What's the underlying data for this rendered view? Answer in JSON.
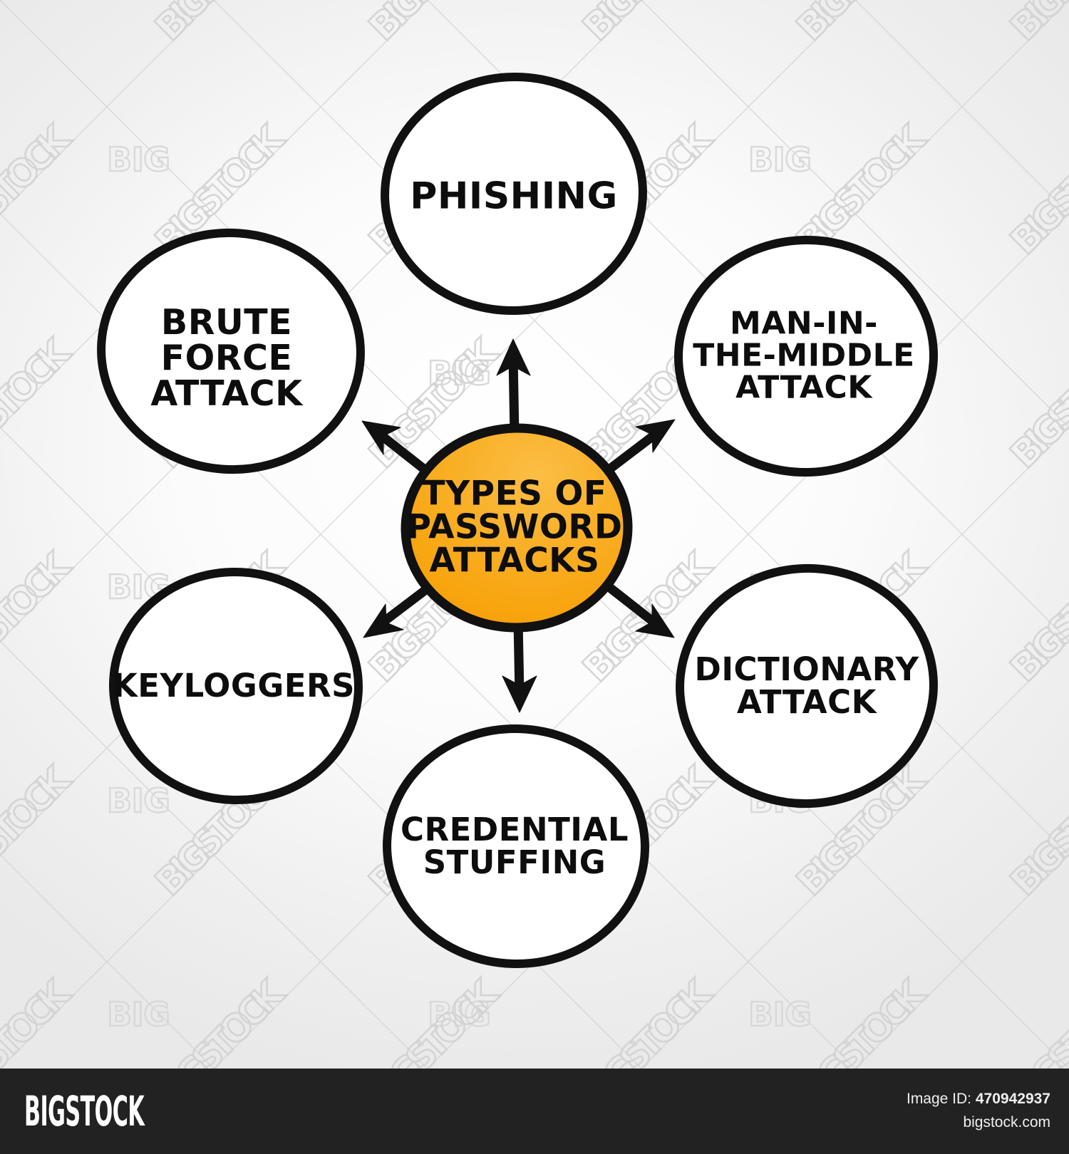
{
  "diagram": {
    "type": "mind-map",
    "center": {
      "id": "types-of-password-attacks",
      "lines": [
        "TYPES OF",
        "PASSWORD",
        "ATTACKS"
      ],
      "fill_from": "#F9B233",
      "fill_to": "#F59B0B",
      "stroke": "#111111"
    },
    "branches": [
      {
        "id": "phishing",
        "lines": [
          "PHISHING"
        ],
        "position": "top"
      },
      {
        "id": "man-in-the-middle",
        "lines": [
          "MAN-IN-",
          "THE-MIDDLE",
          "ATTACK"
        ],
        "position": "top-right"
      },
      {
        "id": "dictionary-attack",
        "lines": [
          "DICTIONARY",
          "ATTACK"
        ],
        "position": "bottom-right"
      },
      {
        "id": "credential-stuffing",
        "lines": [
          "CREDENTIAL",
          "STUFFING"
        ],
        "position": "bottom"
      },
      {
        "id": "keyloggers",
        "lines": [
          "KEYLOGGERS"
        ],
        "position": "bottom-left"
      },
      {
        "id": "brute-force-attack",
        "lines": [
          "BRUTE",
          "FORCE",
          "ATTACK"
        ],
        "position": "top-left"
      }
    ]
  },
  "watermark": {
    "tile_text": "BIG",
    "diagonal_text": "BIGSTOCK"
  },
  "footer": {
    "logo": "BIGSTOCK",
    "image_id_label": "Image ID:",
    "image_id_value": "470942937",
    "site": "bigstock.com",
    "background": "#222222"
  }
}
